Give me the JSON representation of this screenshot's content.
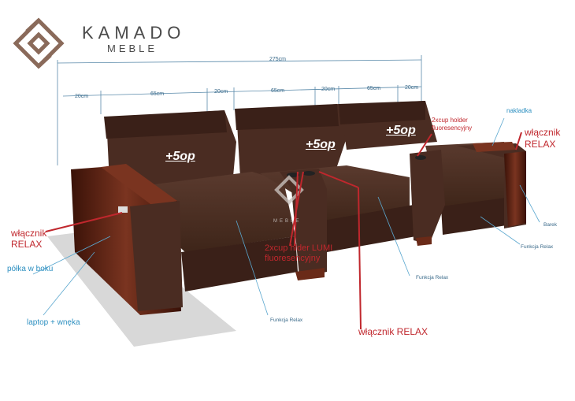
{
  "brand": {
    "name": "KAMADO",
    "sub": "MEBLE",
    "watermark": "MEBLE"
  },
  "dimensions": {
    "total": "275cm",
    "segments": [
      "20cm",
      "65cm",
      "20cm",
      "65cm",
      "20cm",
      "65cm",
      "20cm"
    ]
  },
  "seat_labels": [
    "+5op",
    "+5op",
    "+5op"
  ],
  "callouts": {
    "relax_left_1": "włącznik",
    "relax_left_2": "RELAX",
    "relax_right_1": "włącznik",
    "relax_right_2": "RELAX",
    "relax_bottom": "włącznik RELAX",
    "cup_lumi_1": "2xcup hlder LUMI",
    "cup_lumi_2": "fluoresencyjny",
    "cup_top_1": "2xcup holder",
    "cup_top_2": "fluoresencyjny",
    "shelf": "półka w boku",
    "laptop": "laptop + wnęka",
    "nakladka": "nakladka",
    "barek": "Barek",
    "funkcja_1": "Funkcja Relax",
    "funkcja_2": "Funkcja Relax",
    "funkcja_3": "Funkcja Relax"
  },
  "colors": {
    "upholstery": "#4a2c22",
    "wood": "#5a2418",
    "accent_red": "#c0272d",
    "accent_blue": "#2c8fc0"
  }
}
